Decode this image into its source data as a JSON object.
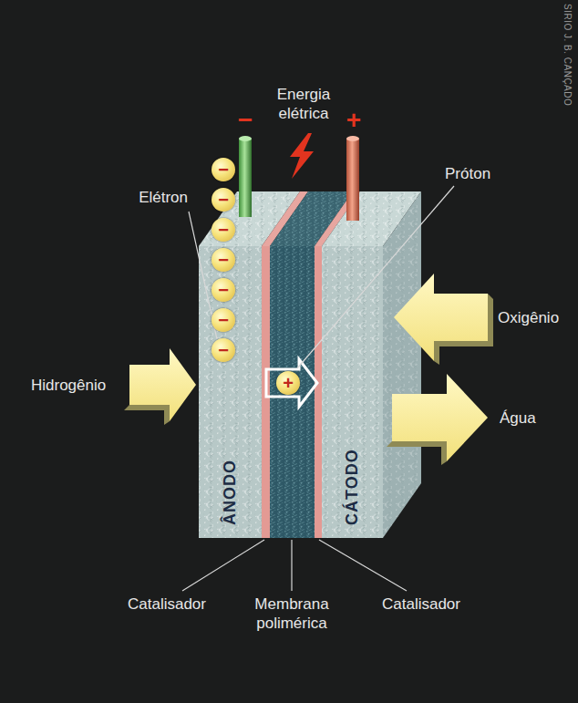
{
  "diagram": {
    "nodes": [
      {
        "text": [
          "ÂNODO"
        ]
      },
      {
        "text": [
          "CÁTODO"
        ]
      },
      {
        "text": [
          "−"
        ]
      },
      {
        "text": [
          "−"
        ]
      },
      {
        "text": [
          "−"
        ]
      },
      {
        "text": [
          "−"
        ]
      },
      {
        "text": [
          "−"
        ]
      },
      {
        "text": [
          "−"
        ]
      },
      {
        "text": [
          "−"
        ]
      },
      {
        "text": [
          "+"
        ]
      }
    ],
    "labels": [
      "Energia elétrica",
      "−",
      "+",
      "Elétron",
      "Próton",
      "Hidrogênio",
      "Oxigênio",
      "Água",
      "Catalisador",
      "Membrana polimérica",
      "Catalisador",
      "SIRIO J. B. CANÇADO"
    ]
  }
}
